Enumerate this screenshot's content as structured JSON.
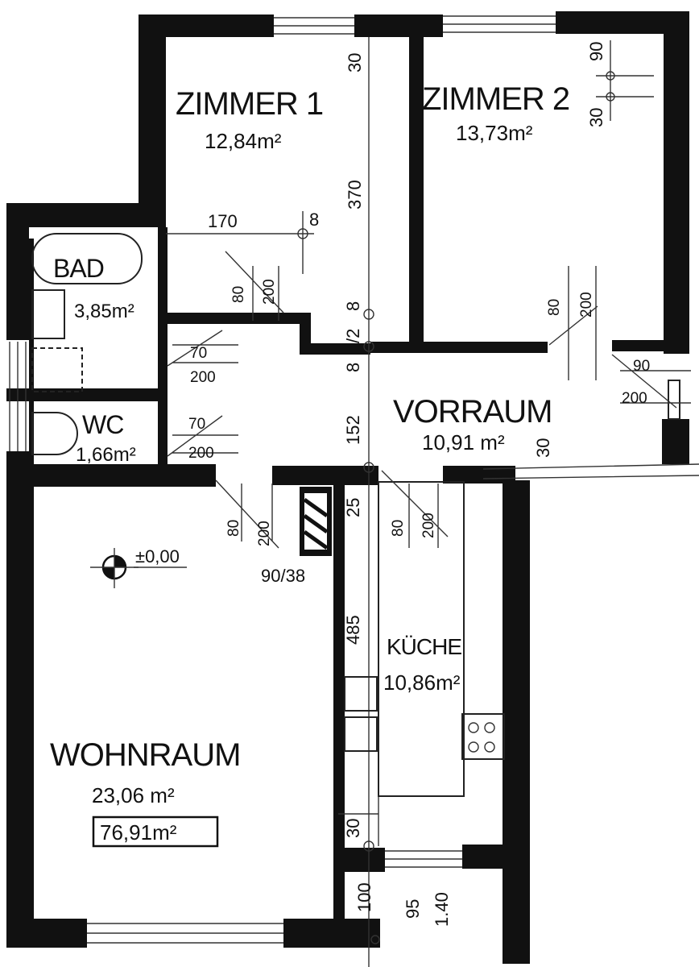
{
  "rooms": {
    "zimmer1": {
      "name": "ZIMMER 1",
      "area": "12,84m²"
    },
    "zimmer2": {
      "name": "ZIMMER 2",
      "area": "13,73m²"
    },
    "bad": {
      "name": "BAD",
      "area": "3,85m²"
    },
    "wc": {
      "name": "WC",
      "area": "1,66m²"
    },
    "vorraum": {
      "name": "VORRAUM",
      "area": "10,91 m²"
    },
    "kueche": {
      "name": "KÜCHE",
      "area": "10,86m²"
    },
    "wohnraum": {
      "name": "WOHNRAUM",
      "area": "23,06 m²"
    }
  },
  "total_area": "76,91m²",
  "level_mark": "±0,00",
  "chimney_label": "90/38",
  "dimensions": {
    "z1_top": "30",
    "z1_height": "370",
    "z1_width": "170",
    "z1_small": "8",
    "z1_bottom": "8",
    "hall_small": "/2",
    "hall_8": "8",
    "z2_90": "90",
    "z2_30": "30",
    "vorraum_152": "152",
    "vorraum_30": "30",
    "kitchen_25": "25",
    "kitchen_485": "485",
    "kitchen_30": "30",
    "bottom_100": "100",
    "bottom_95": "95",
    "bottom_140": "1.40"
  },
  "doors": {
    "z1": {
      "w": "80",
      "h": "200"
    },
    "z2": {
      "w": "80",
      "h": "200"
    },
    "bad": {
      "w": "70",
      "h": "200"
    },
    "wc": {
      "w": "70",
      "h": "200"
    },
    "entry": {
      "w": "90",
      "h": "200"
    },
    "wohn": {
      "w": "80",
      "h": "200"
    },
    "kueche": {
      "w": "80",
      "h": "200"
    }
  }
}
